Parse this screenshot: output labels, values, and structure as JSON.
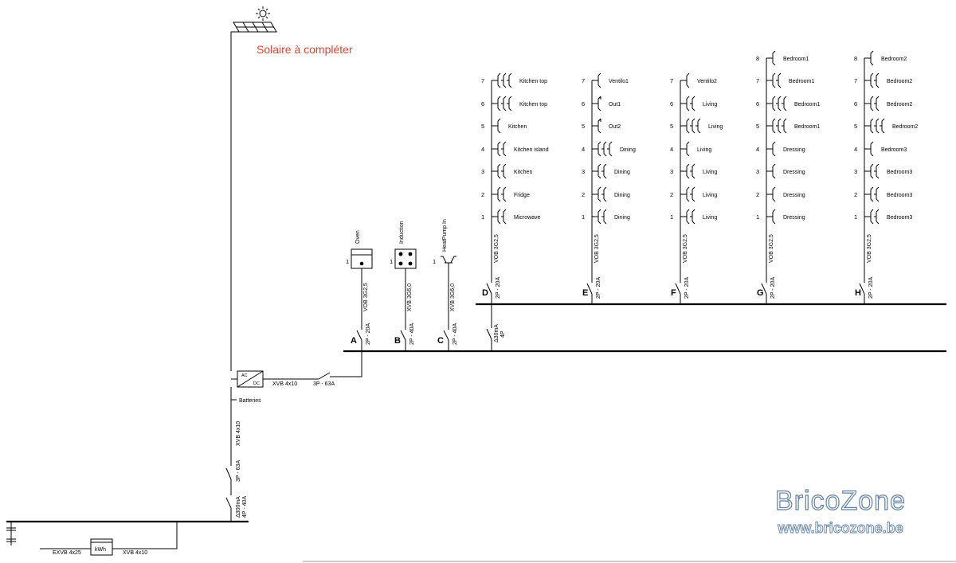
{
  "labels": {
    "solar_note": "Solaire à compléter",
    "inverter_ac": "AC",
    "inverter_dc": "DC",
    "batteries": "Batteries",
    "inverter_cable": "XVB 4x10",
    "inverter_breaker": "3P - 63A",
    "feed_cable": "XVB 4x10",
    "feed_breaker": "3P - 63A",
    "main_breaker_1": "Δ300mA",
    "main_breaker_2": "4P - 40A",
    "supply_cable": "EXVB 4x25",
    "meter": "kWh",
    "meter_cable": "XVB 4x10",
    "rcd_1": "Δ30mA",
    "rcd_2": "4P"
  },
  "direct_circuits": [
    {
      "letter": "A",
      "breaker": "2P - 20A",
      "cable": "VOB 3G2,5",
      "device": "Oven",
      "pos": "1",
      "kind": "oven"
    },
    {
      "letter": "B",
      "breaker": "2P - 40A",
      "cable": "XVB 3G6,0",
      "device": "Induction",
      "pos": "1",
      "kind": "induction"
    },
    {
      "letter": "C",
      "breaker": "2P - 40A",
      "cable": "XVB 3G6,0",
      "device": "HeatPump In",
      "pos": "1",
      "kind": "heatpump"
    }
  ],
  "circuits": [
    {
      "letter": "D",
      "breaker": "2P - 20A",
      "cable": "VOB 3G2,5",
      "points": [
        {
          "n": "7",
          "label": "Kitchen top",
          "sockets": 3
        },
        {
          "n": "6",
          "label": "Kitchen top",
          "sockets": 3
        },
        {
          "n": "5",
          "label": "Kitchen",
          "sockets": 1
        },
        {
          "n": "4",
          "label": "Kitchen island",
          "sockets": 2
        },
        {
          "n": "3",
          "label": "Kitchen",
          "sockets": 2
        },
        {
          "n": "2",
          "label": "Fridge",
          "sockets": 2
        },
        {
          "n": "1",
          "label": "Microwave",
          "sockets": 2
        }
      ]
    },
    {
      "letter": "E",
      "breaker": "2P - 20A",
      "cable": "VOB 3G2,5",
      "points": [
        {
          "n": "7",
          "label": "Ventilo1",
          "sockets": 1
        },
        {
          "n": "6",
          "label": "Out1",
          "sockets": 1,
          "outdoor": true
        },
        {
          "n": "5",
          "label": "Out2",
          "sockets": 1,
          "outdoor": true
        },
        {
          "n": "4",
          "label": "Dining",
          "sockets": 3
        },
        {
          "n": "3",
          "label": "Dining",
          "sockets": 2
        },
        {
          "n": "2",
          "label": "Dining",
          "sockets": 2
        },
        {
          "n": "1",
          "label": "Dining",
          "sockets": 2
        }
      ]
    },
    {
      "letter": "F",
      "breaker": "2P - 20A",
      "cable": "VOB 3G2,5",
      "points": [
        {
          "n": "7",
          "label": "Ventilo2",
          "sockets": 1
        },
        {
          "n": "6",
          "label": "Living",
          "sockets": 2
        },
        {
          "n": "5",
          "label": "Living",
          "sockets": 3
        },
        {
          "n": "4",
          "label": "Living",
          "sockets": 1
        },
        {
          "n": "3",
          "label": "Living",
          "sockets": 2
        },
        {
          "n": "2",
          "label": "Living",
          "sockets": 2
        },
        {
          "n": "1",
          "label": "Living",
          "sockets": 2
        }
      ]
    },
    {
      "letter": "G",
      "breaker": "2P - 20A",
      "cable": "VOB 3G2,5",
      "points": [
        {
          "n": "8",
          "label": "Bedroom1",
          "sockets": 1
        },
        {
          "n": "7",
          "label": "Bedroom1",
          "sockets": 2
        },
        {
          "n": "6",
          "label": "Bedroom1",
          "sockets": 3
        },
        {
          "n": "5",
          "label": "Bedroom1",
          "sockets": 3
        },
        {
          "n": "4",
          "label": "Dressing",
          "sockets": 1
        },
        {
          "n": "3",
          "label": "Dressing",
          "sockets": 1
        },
        {
          "n": "2",
          "label": "Dressing",
          "sockets": 1
        },
        {
          "n": "1",
          "label": "Dressing",
          "sockets": 1
        }
      ]
    },
    {
      "letter": "H",
      "breaker": "2P - 20A",
      "cable": "VOB 3G2,5",
      "points": [
        {
          "n": "8",
          "label": "Bedroom2",
          "sockets": 1
        },
        {
          "n": "7",
          "label": "Bedroom2",
          "sockets": 2
        },
        {
          "n": "6",
          "label": "Bedroom2",
          "sockets": 2
        },
        {
          "n": "5",
          "label": "Bedroom2",
          "sockets": 3
        },
        {
          "n": "4",
          "label": "Bedroom3",
          "sockets": 1
        },
        {
          "n": "3",
          "label": "Bedroom3",
          "sockets": 2
        },
        {
          "n": "2",
          "label": "Bedroom3",
          "sockets": 2
        },
        {
          "n": "1",
          "label": "Bedroom3",
          "sockets": 2
        }
      ]
    }
  ],
  "watermark": {
    "brand": "BricoZone",
    "url": "www.bricozone.be",
    "color": "#5f7fa6"
  },
  "colors": {
    "note": "#e8412c",
    "line": "#000000"
  }
}
